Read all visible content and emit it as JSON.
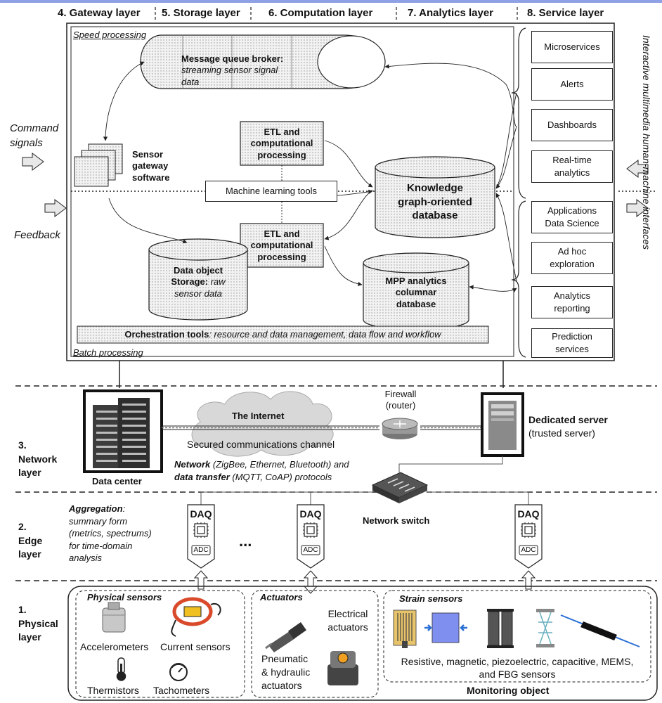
{
  "layers": {
    "gateway": "4. Gateway layer",
    "storage": "5. Storage layer",
    "computation": "6. Computation layer",
    "analytics": "7. Analytics layer",
    "service": "8. Service layer",
    "network_num": "3.",
    "network_a": "Network",
    "network_b": "layer",
    "edge_num": "2.",
    "edge_a": "Edge",
    "edge_b": "layer",
    "physical_num": "1.",
    "physical_a": "Physical",
    "physical_b": "layer"
  },
  "upper": {
    "speed_processing": "Speed processing",
    "batch_processing": "Batch processing",
    "mq_title": "Message queue broker:",
    "mq_desc_1": "streaming sensor signal",
    "mq_desc_2": "data",
    "etl_1": "ETL and",
    "etl_2": "computational",
    "etl_3": "processing",
    "sensor_gateway_1": "Sensor",
    "sensor_gateway_2": "gateway",
    "sensor_gateway_3": "software",
    "ml_tools": "Machine learning tools",
    "kg_1": "Knowledge",
    "kg_2": "graph-oriented",
    "kg_3": "database",
    "dos_1": "Data object",
    "dos_2": "Storage:",
    "dos_3": "raw",
    "dos_4": "sensor data",
    "mpp_1": "MPP analytics",
    "mpp_2": "columnar",
    "mpp_3": "database",
    "orch_bold": "Orchestration tools",
    "orch_rest": ": resource and data management, data flow and workflow"
  },
  "services": {
    "microservices": "Microservices",
    "alerts": "Alerts",
    "dashboards": "Dashboards",
    "realtime_1": "Real-time",
    "realtime_2": "analytics",
    "apps_1": "Applications",
    "apps_2": "Data Science",
    "adhoc_1": "Ad hoc",
    "adhoc_2": "exploration",
    "areport_1": "Analytics",
    "areport_2": "reporting",
    "pred_1": "Prediction",
    "pred_2": "services"
  },
  "side": {
    "command_1": "Command",
    "command_2": "signals",
    "feedback": "Feedback",
    "right_vertical": "Interactive multimedia human-machine interfaces"
  },
  "network": {
    "internet": "The Internet",
    "secured": "Secured communications channel",
    "firewall_1": "Firewall",
    "firewall_2": "(router)",
    "dedicated_1": "Dedicated server",
    "dedicated_2": "(trusted server)",
    "datacenter": "Data center",
    "protocols_1_b": "Network",
    "protocols_1_i": " (ZigBee, Ethernet, Bluetooth)",
    "protocols_1_t": " and",
    "protocols_2_b": "data transfer",
    "protocols_2_i": " (MQTT, CoAP)",
    "protocols_2_t": " protocols",
    "switch": "Network switch"
  },
  "edge": {
    "aggregation": "Aggregation",
    "agg_1": "summary form",
    "agg_2": "(metrics, spectrums)",
    "agg_3": "for time-domain",
    "agg_4": "analysis",
    "daq": "DAQ",
    "adc": "ADC",
    "ellipsis": "..."
  },
  "physical": {
    "physical_sensors": "Physical sensors",
    "accelerometers": "Accelerometers",
    "current_sensors": "Current sensors",
    "thermistors": "Thermistors",
    "tachometers": "Tachometers",
    "actuators": "Actuators",
    "electrical_1": "Electrical",
    "electrical_2": "actuators",
    "pneumatic_1": "Pneumatic",
    "pneumatic_2": "& hydraulic",
    "pneumatic_3": "actuators",
    "strain": "Strain sensors",
    "strain_types_1": "Resistive, magnetic, piezoelectric, capacitive, MEMS,",
    "strain_types_2": "and FBG sensors",
    "monitoring": "Monitoring object"
  },
  "colors": {
    "ink": "#222222",
    "hatch": "#f0f0f0",
    "magnetic_blue": "#7f8ff0",
    "cable_blue": "#2a6fd6",
    "current_red": "#d94a2b",
    "current_yellow": "#f0c020"
  }
}
